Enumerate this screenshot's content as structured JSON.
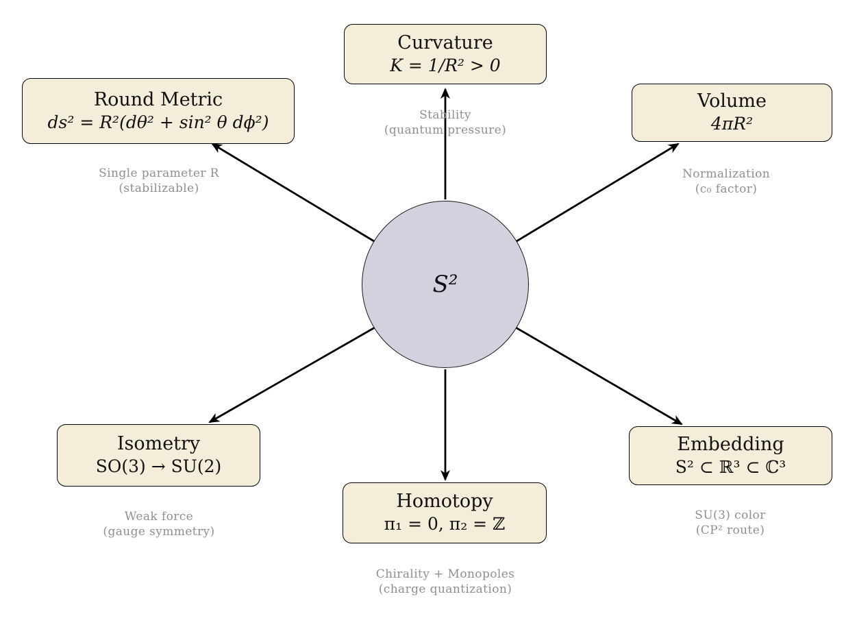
{
  "diagram": {
    "background_color": "#ffffff",
    "node_fill": "#f4edda",
    "node_border_color": "#000000",
    "hub_fill": "#d2d1de",
    "annotation_color": "#8f8f8f",
    "arrow_color": "#000000",
    "center": {
      "label": "S²"
    },
    "nodes": [
      {
        "id": "curvature",
        "title": "Curvature",
        "math": "K = 1/R² > 0",
        "note1": "Stability",
        "note2": "(quantum pressure)"
      },
      {
        "id": "round-metric",
        "title": "Round Metric",
        "math": "ds² = R²(dθ² + sin² θ dϕ²)",
        "note1": "Single parameter R",
        "note2": "(stabilizable)"
      },
      {
        "id": "volume",
        "title": "Volume",
        "math": "4πR²",
        "note1": "Normalization",
        "note2": "(c₀ factor)"
      },
      {
        "id": "isometry",
        "title": "Isometry",
        "math": "SO(3) → SU(2)",
        "note1": "Weak force",
        "note2": "(gauge symmetry)"
      },
      {
        "id": "homotopy",
        "title": "Homotopy",
        "math": "π₁ = 0, π₂ = ℤ",
        "note1": "Chirality + Monopoles",
        "note2": "(charge quantization)"
      },
      {
        "id": "embedding",
        "title": "Embedding",
        "math": "S² ⊂ ℝ³ ⊂ ℂ³",
        "note1": "SU(3) color",
        "note2": "(CP² route)"
      }
    ],
    "edges": [
      {
        "from": "S²",
        "to": "Curvature"
      },
      {
        "from": "S²",
        "to": "Round Metric"
      },
      {
        "from": "S²",
        "to": "Volume"
      },
      {
        "from": "S²",
        "to": "Isometry"
      },
      {
        "from": "S²",
        "to": "Homotopy"
      },
      {
        "from": "S²",
        "to": "Embedding"
      }
    ]
  }
}
